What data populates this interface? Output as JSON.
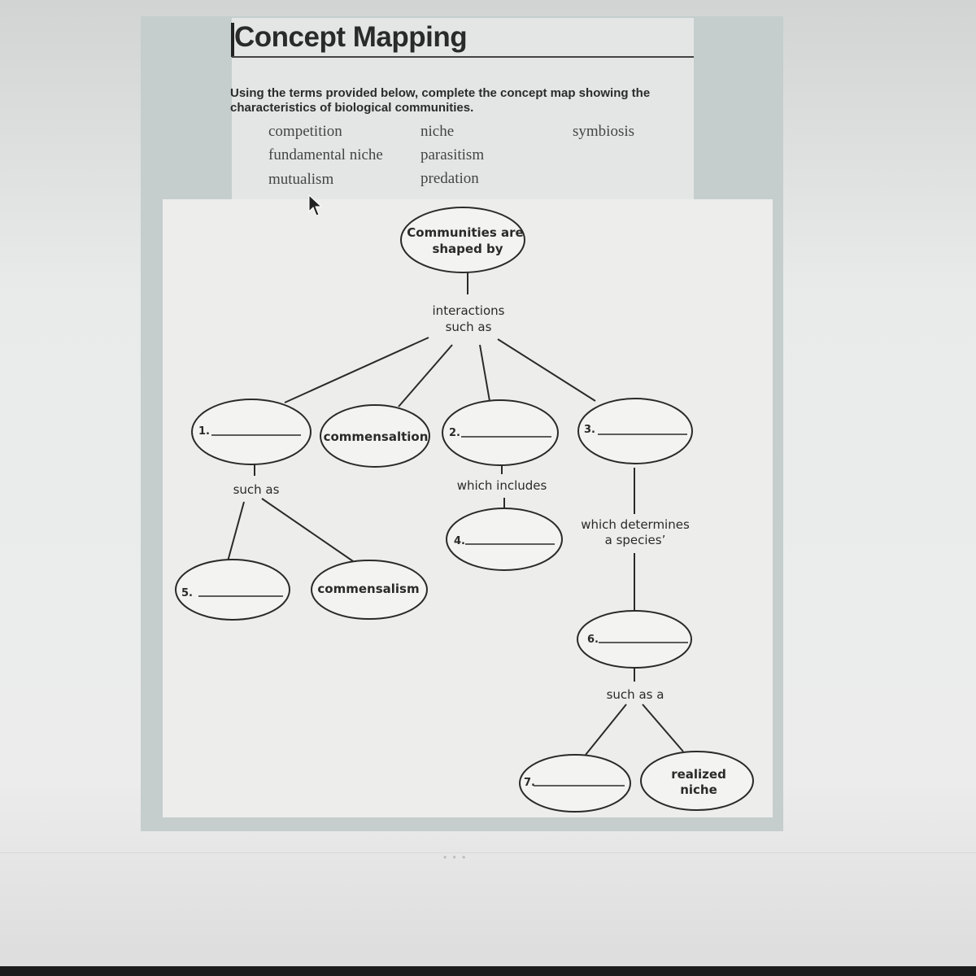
{
  "title": "Concept Mapping",
  "instructions": "Using the terms provided below, complete the concept map showing the characteristics of biological communities.",
  "terms": [
    "competition",
    "niche",
    "symbiosis",
    "fundamental niche",
    "parasitism",
    "mutualism",
    "predation"
  ],
  "map": {
    "root": "Communities are",
    "root_line2": "shaped by",
    "link_interactions": "interactions",
    "link_interactions_2": "such as",
    "n1": "1.",
    "n_commensaltion": "commensaltion",
    "n2": "2.",
    "n3": "3.",
    "link_such_as": "such as",
    "link_which_includes": "which includes",
    "link_which_determines": "which determines",
    "link_which_determines_2": "a species’",
    "n4": "4.",
    "n5": "5.",
    "n_commensalism": "commensalism",
    "n6": "6.",
    "link_such_as_a": "such as a",
    "n7": "7.",
    "n_realized": "realized",
    "n_realized_2": "niche"
  },
  "pager": "• • •"
}
